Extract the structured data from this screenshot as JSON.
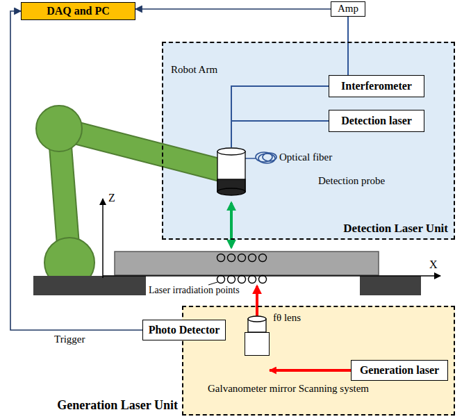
{
  "diagram": {
    "nodes": [
      {
        "text": [
          "DAQ and PC"
        ]
      },
      {
        "text": [
          "Amp"
        ]
      },
      {
        "text": [
          "Detection Laser Unit"
        ]
      },
      {
        "text": [
          "Interferometer"
        ],
        "in": 2
      },
      {
        "text": [
          "Detection laser"
        ],
        "in": 2
      },
      {
        "text": [
          "Detection probe"
        ],
        "in": 2
      },
      {
        "text": [
          "Generation Laser Unit"
        ]
      },
      {
        "text": [
          "Photo Detector"
        ]
      },
      {
        "text": [
          "Galvanometer mirror Scanning system"
        ],
        "in": 6
      },
      {
        "text": [
          "Generation laser"
        ],
        "in": 6
      }
    ],
    "edges": [
      {
        "from": 1,
        "to": 0,
        "arrow": "to"
      },
      {
        "from": 3,
        "to": 1,
        "arrow": "none"
      },
      {
        "from": 5,
        "to": 3,
        "arrow": "none"
      },
      {
        "from": 5,
        "to": 4,
        "arrow": "none"
      },
      {
        "from": 7,
        "to": 0,
        "label": "Trigger",
        "arrow": "to"
      },
      {
        "from": 9,
        "to": 8,
        "arrow": "to"
      }
    ],
    "labels": [
      "Robot Arm",
      "Optical fiber",
      "Z",
      "X",
      "Laser irradiation points",
      "fθ lens"
    ]
  }
}
